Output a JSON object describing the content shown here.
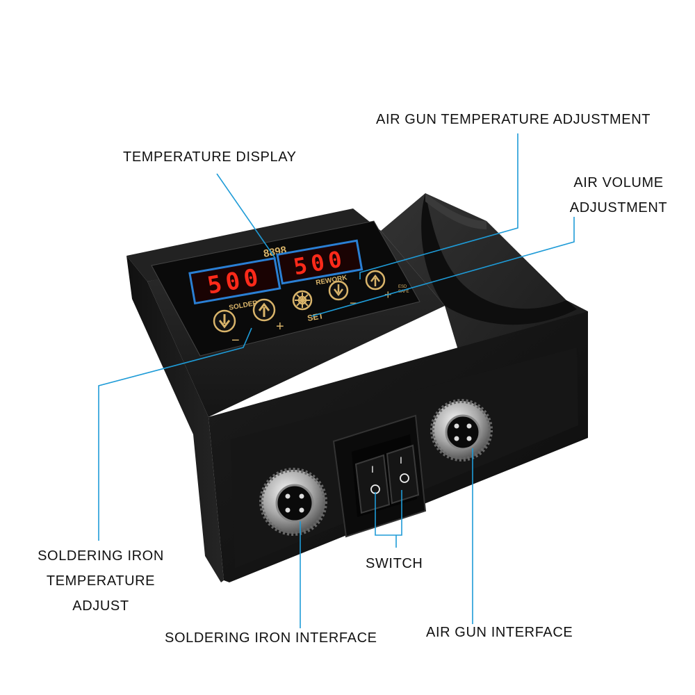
{
  "product": {
    "model": "8898",
    "solder_temp": "500",
    "rework_temp": "500",
    "solder_label": "SOLDER",
    "rework_label": "REWORK",
    "set_label": "SET",
    "minus": "−",
    "plus": "+",
    "esd_line1": "ESD",
    "esd_line2": "SAFE",
    "switch_on": "I",
    "switch_off": "O"
  },
  "callouts": {
    "air_gun_temp_adjustment": "AIR GUN TEMPERATURE ADJUSTMENT",
    "temperature_display": "TEMPERATURE DISPLAY",
    "air_volume_line1": "AIR VOLUME",
    "air_volume_line2": "ADJUSTMENT",
    "soldering_iron_temp_line1": "SOLDERING IRON",
    "soldering_iron_temp_line2": "TEMPERATURE",
    "soldering_iron_temp_line3": "ADJUST",
    "switch": "SWITCH",
    "soldering_iron_interface": "SOLDERING IRON INTERFACE",
    "air_gun_interface": "AIR GUN INTERFACE"
  },
  "colors": {
    "leader_line": "#1e9bd7",
    "display_border": "#2a7fd4",
    "led_digits": "#ff2a1a",
    "panel_gold": "#d9b46a",
    "housing": "#1b1b1b"
  }
}
